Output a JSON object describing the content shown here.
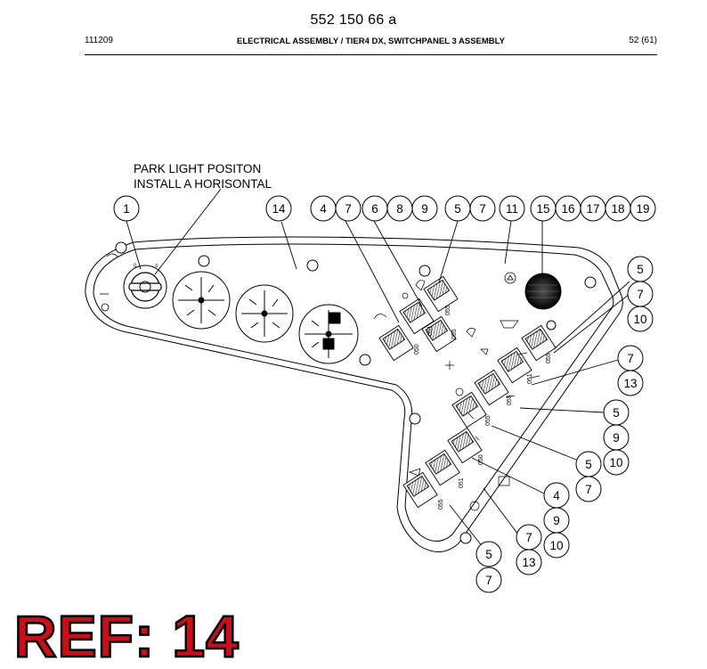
{
  "header": {
    "doc_number": "552 150 66 a",
    "date_code": "111209",
    "title": "ELECTRICAL ASSEMBLY / TIER4 DX, SWITCHPANEL 3 ASSEMBLY",
    "page": "52 (61)"
  },
  "note": {
    "line1": "PARK LIGHT POSITON",
    "line2": "INSTALL A HORISONTAL"
  },
  "callouts": {
    "c1": "1",
    "c14": "14",
    "c4a": "4",
    "c7a": "7",
    "c6": "6",
    "c8": "8",
    "c9a": "9",
    "c5a": "5",
    "c7b": "7",
    "c11": "11",
    "c15": "15",
    "c16": "16",
    "c17": "17",
    "c18": "18",
    "c19": "19",
    "r5a": "5",
    "r7a": "7",
    "r10a": "10",
    "r7b": "7",
    "r13a": "13",
    "r5b": "5",
    "r9a": "9",
    "r10b": "10",
    "r5c": "5",
    "r7c": "7",
    "r4": "4",
    "r9b": "9",
    "r10c": "10",
    "r7d": "7",
    "r13b": "13",
    "b5": "5",
    "b7": "7"
  },
  "switch_labels": {
    "s1": "055",
    "s2": "050",
    "s3": "055",
    "s4": "051",
    "s5": "055",
    "s6": "055",
    "s7": "051",
    "s8": "055",
    "s9": "050",
    "s10": "051",
    "s11": "055"
  },
  "ref_label": "REF: 14"
}
